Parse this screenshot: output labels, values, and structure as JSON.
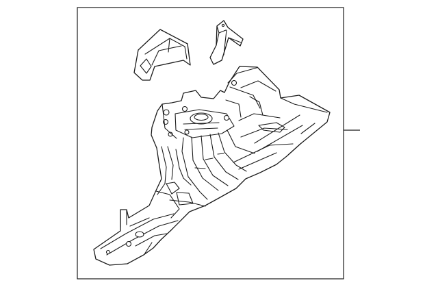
{
  "diagram": {
    "line_color": "#1a1a1a",
    "background_color": "#ffffff",
    "parts": [
      {
        "name": "rear-bracket"
      },
      {
        "name": "mounting-bracket"
      },
      {
        "name": "floor-side-member-assembly"
      }
    ]
  }
}
